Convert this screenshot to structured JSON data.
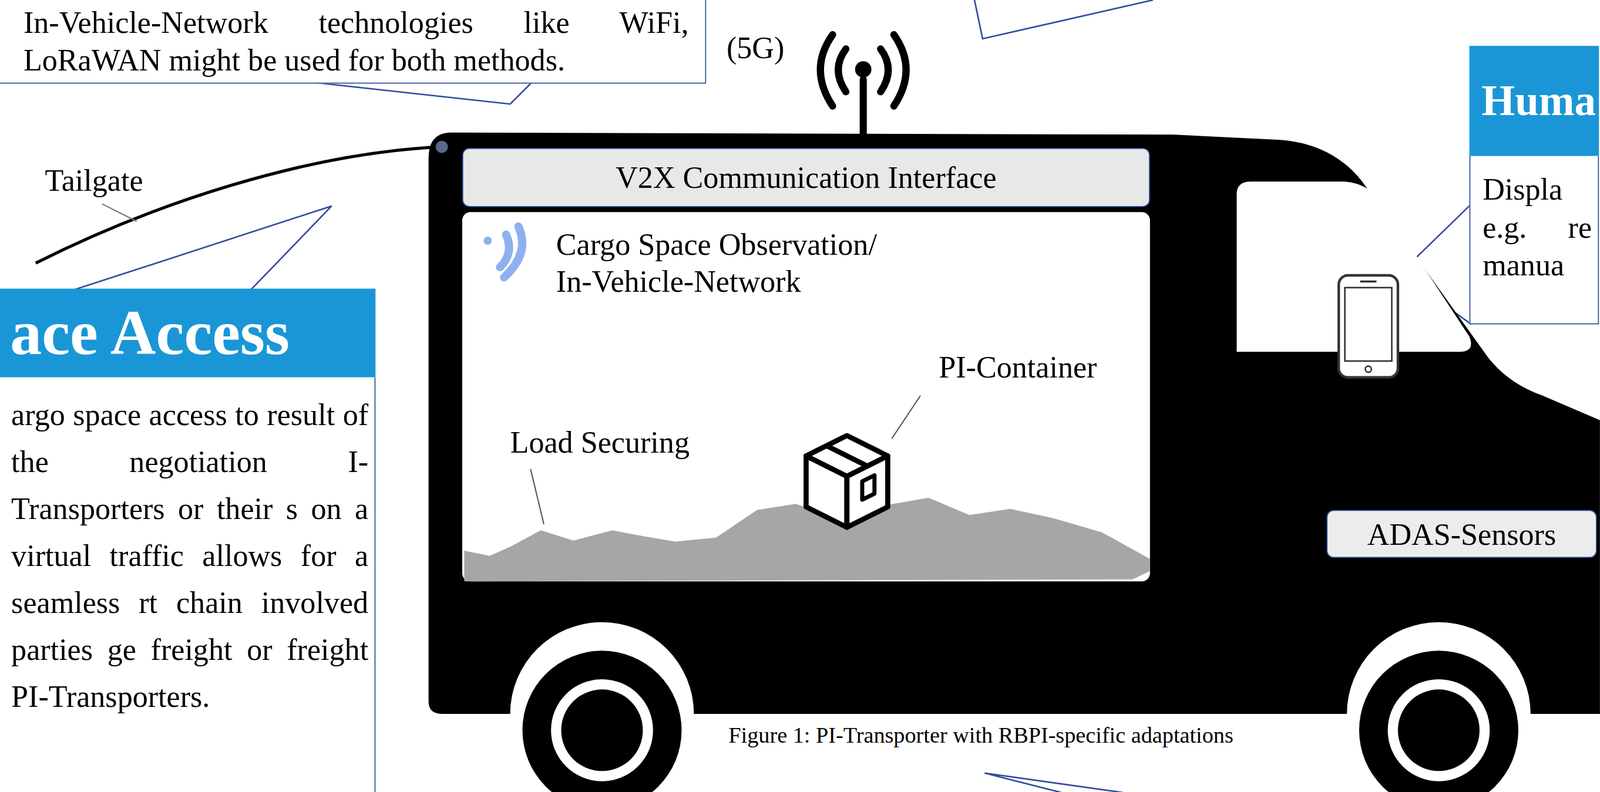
{
  "diagram": {
    "caption": "Figure 1: PI-Transporter with RBPI-specific adaptations",
    "nodes": [
      {
        "text": [
          "In-Vehicle-Network technologies like WiFi, LoRaWAN might be used for both methods."
        ]
      },
      {
        "text": [
          "Huma",
          "Displa e.g. re manua"
        ]
      },
      {
        "text": [
          "V2X Communication Interface"
        ]
      },
      {
        "text": [
          "Cargo Space Observation/ In-Vehicle-Network"
        ]
      },
      {
        "text": [
          "ace Access",
          "argo space access to result of the negotiation I-Transporters or their s on a virtual traffic allows for a seamless rt chain involved parties ge freight or freight PI-Transporters."
        ]
      },
      {
        "text": [
          "ADAS-Sensors"
        ]
      }
    ],
    "labels": [
      "(5G)",
      "Tailgate",
      "PI-Container",
      "Load Securing"
    ]
  }
}
